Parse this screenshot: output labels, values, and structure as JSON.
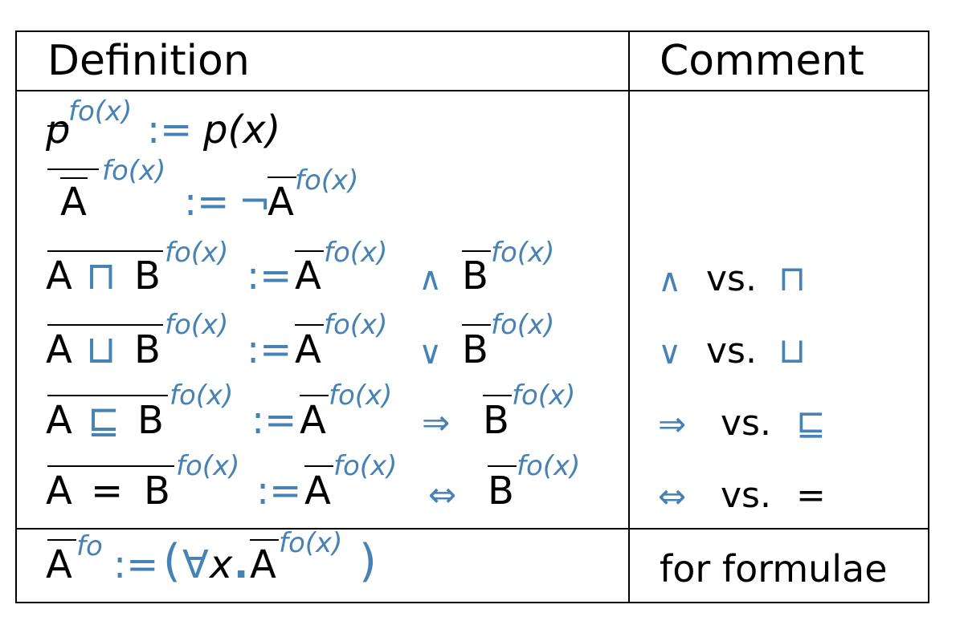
{
  "header": {
    "definition": "Definition",
    "comment": "Comment"
  },
  "rows": [
    {
      "lhs": "p",
      "sup": "fo(x)",
      "assign": ":=",
      "rhs": "p(x)",
      "comment_sym": "",
      "comment_mid": "",
      "comment_rhs": ""
    },
    {
      "lhs": "A",
      "sup": "fo(x)",
      "assign": ":=",
      "neg": "¬",
      "rhs_a": "A",
      "rhs_sup": "fo(x)"
    },
    {
      "lhs_a": "A",
      "op": "⊓",
      "lhs_b": "B",
      "sup": "fo(x)",
      "assign": ":=",
      "rhs_a": "A",
      "rhs_a_sup": "fo(x)",
      "conn": "∧",
      "rhs_b": "B",
      "rhs_b_sup": "fo(x)",
      "comment_sym": "∧",
      "comment_mid": "vs.",
      "comment_rhs": "⊓"
    },
    {
      "lhs_a": "A",
      "op": "⊔",
      "lhs_b": "B",
      "sup": "fo(x)",
      "assign": ":=",
      "rhs_a": "A",
      "rhs_a_sup": "fo(x)",
      "conn": "∨",
      "rhs_b": "B",
      "rhs_b_sup": "fo(x)",
      "comment_sym": "∨",
      "comment_mid": "vs.",
      "comment_rhs": "⊔"
    },
    {
      "lhs_a": "A",
      "op": "⊑",
      "lhs_b": "B",
      "sup": "fo(x)",
      "assign": ":=",
      "rhs_a": "A",
      "rhs_a_sup": "fo(x)",
      "conn": "⇒",
      "rhs_b": "B",
      "rhs_b_sup": "fo(x)",
      "comment_sym": "⇒",
      "comment_mid": "vs.",
      "comment_rhs": "⊑"
    },
    {
      "lhs_a": "A",
      "op": "=",
      "lhs_b": "B",
      "sup": "fo(x)",
      "assign": ":=",
      "rhs_a": "A",
      "rhs_a_sup": "fo(x)",
      "conn": "⇔",
      "rhs_b": "B",
      "rhs_b_sup": "fo(x)",
      "comment_sym": "⇔",
      "comment_mid": "vs.",
      "comment_rhs": "="
    }
  ],
  "footer": {
    "lhs": "A",
    "sup": "fo",
    "assign": ":=",
    "open": "(",
    "forall": "∀",
    "var": "x",
    "dot": ".",
    "inner": "A",
    "inner_sup": "fo(x)",
    "close": ")",
    "comment": "for formulae"
  },
  "colors": {
    "accent": "#4682b4",
    "text": "#000000",
    "border": "#000000"
  }
}
